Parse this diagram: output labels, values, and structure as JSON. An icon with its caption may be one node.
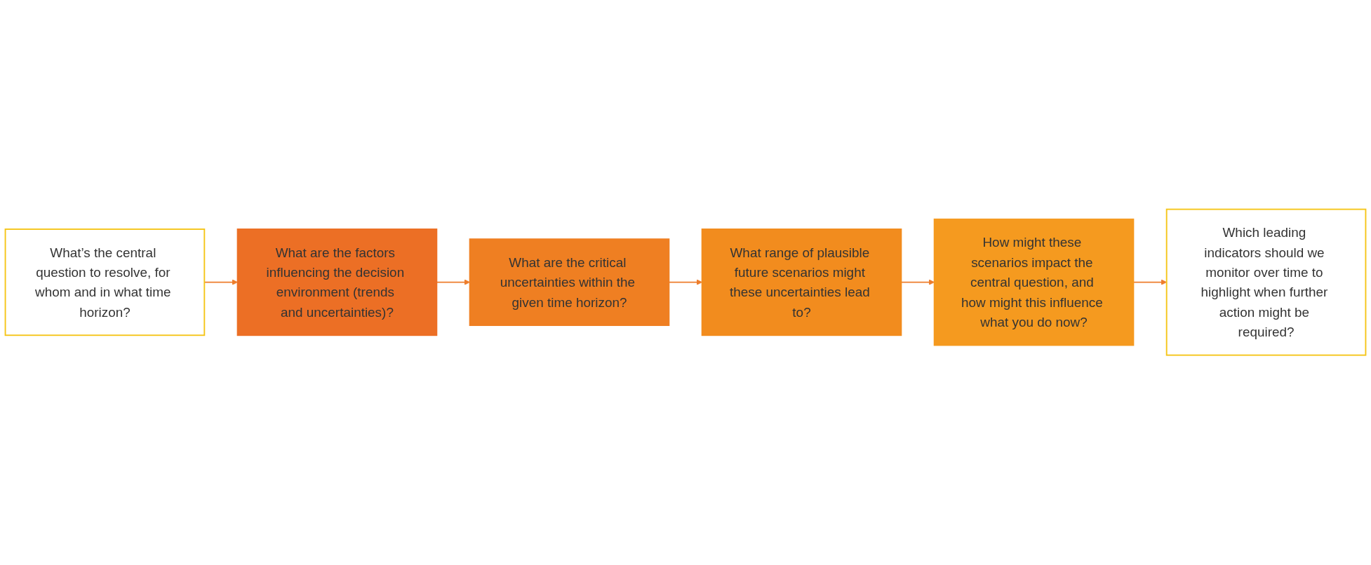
{
  "diagram": {
    "nodes": [
      {
        "text": [
          "What’s the central question to resolve, for whom and in what time horizon?"
        ]
      },
      {
        "text": [
          "What are the factors influencing the decision environment (trends and uncertainties)?"
        ]
      },
      {
        "text": [
          "What are the critical uncertainties within the given time horizon?"
        ]
      },
      {
        "text": [
          "What range of plausible future scenarios might these uncertainties lead to?"
        ]
      },
      {
        "text": [
          "How might these scenarios impact the central question, and how might this influence what you do now?"
        ]
      },
      {
        "text": [
          "Which leading indicators should we monitor over time to highlight when further action might be required?"
        ]
      }
    ],
    "edges": [
      {
        "from": 0,
        "to": 1,
        "arrow": "to"
      },
      {
        "from": 1,
        "to": 2,
        "arrow": "to"
      },
      {
        "from": 2,
        "to": 3,
        "arrow": "to"
      },
      {
        "from": 3,
        "to": 4,
        "arrow": "to"
      },
      {
        "from": 4,
        "to": 5,
        "arrow": "to"
      }
    ]
  }
}
